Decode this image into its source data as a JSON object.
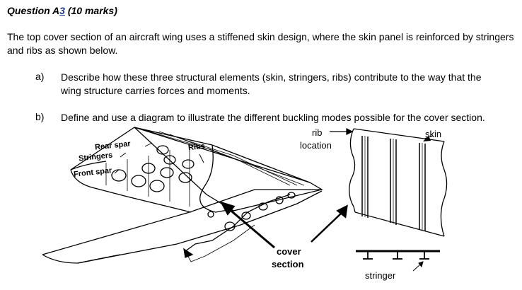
{
  "question": {
    "title_prefix": "Question A",
    "title_num": "3",
    "title_suffix": "  (10 marks)",
    "intro": "The top cover section of an aircraft wing uses a stiffened skin design, where the skin panel is reinforced by stringers and ribs as shown below.",
    "parts": [
      {
        "label": "a)",
        "line1": "Describe how these three structural elements (skin, stringers, ribs) contribute to the way that the",
        "line2": "wing structure carries forces and moments."
      },
      {
        "label": "b)",
        "line1": "Define and use a diagram to illustrate the different buckling modes possible for the cover section.",
        "line2": ""
      }
    ]
  },
  "figure": {
    "wing_labels": {
      "rear_spar": "Rear spar",
      "stringers": "Stringers",
      "front_spar": "Front spar",
      "ribs": "Ribs"
    },
    "rib_location": [
      "rib",
      "location"
    ],
    "skin": "skin",
    "cover_section": [
      "cover",
      "section"
    ],
    "stringer": "stringer"
  }
}
